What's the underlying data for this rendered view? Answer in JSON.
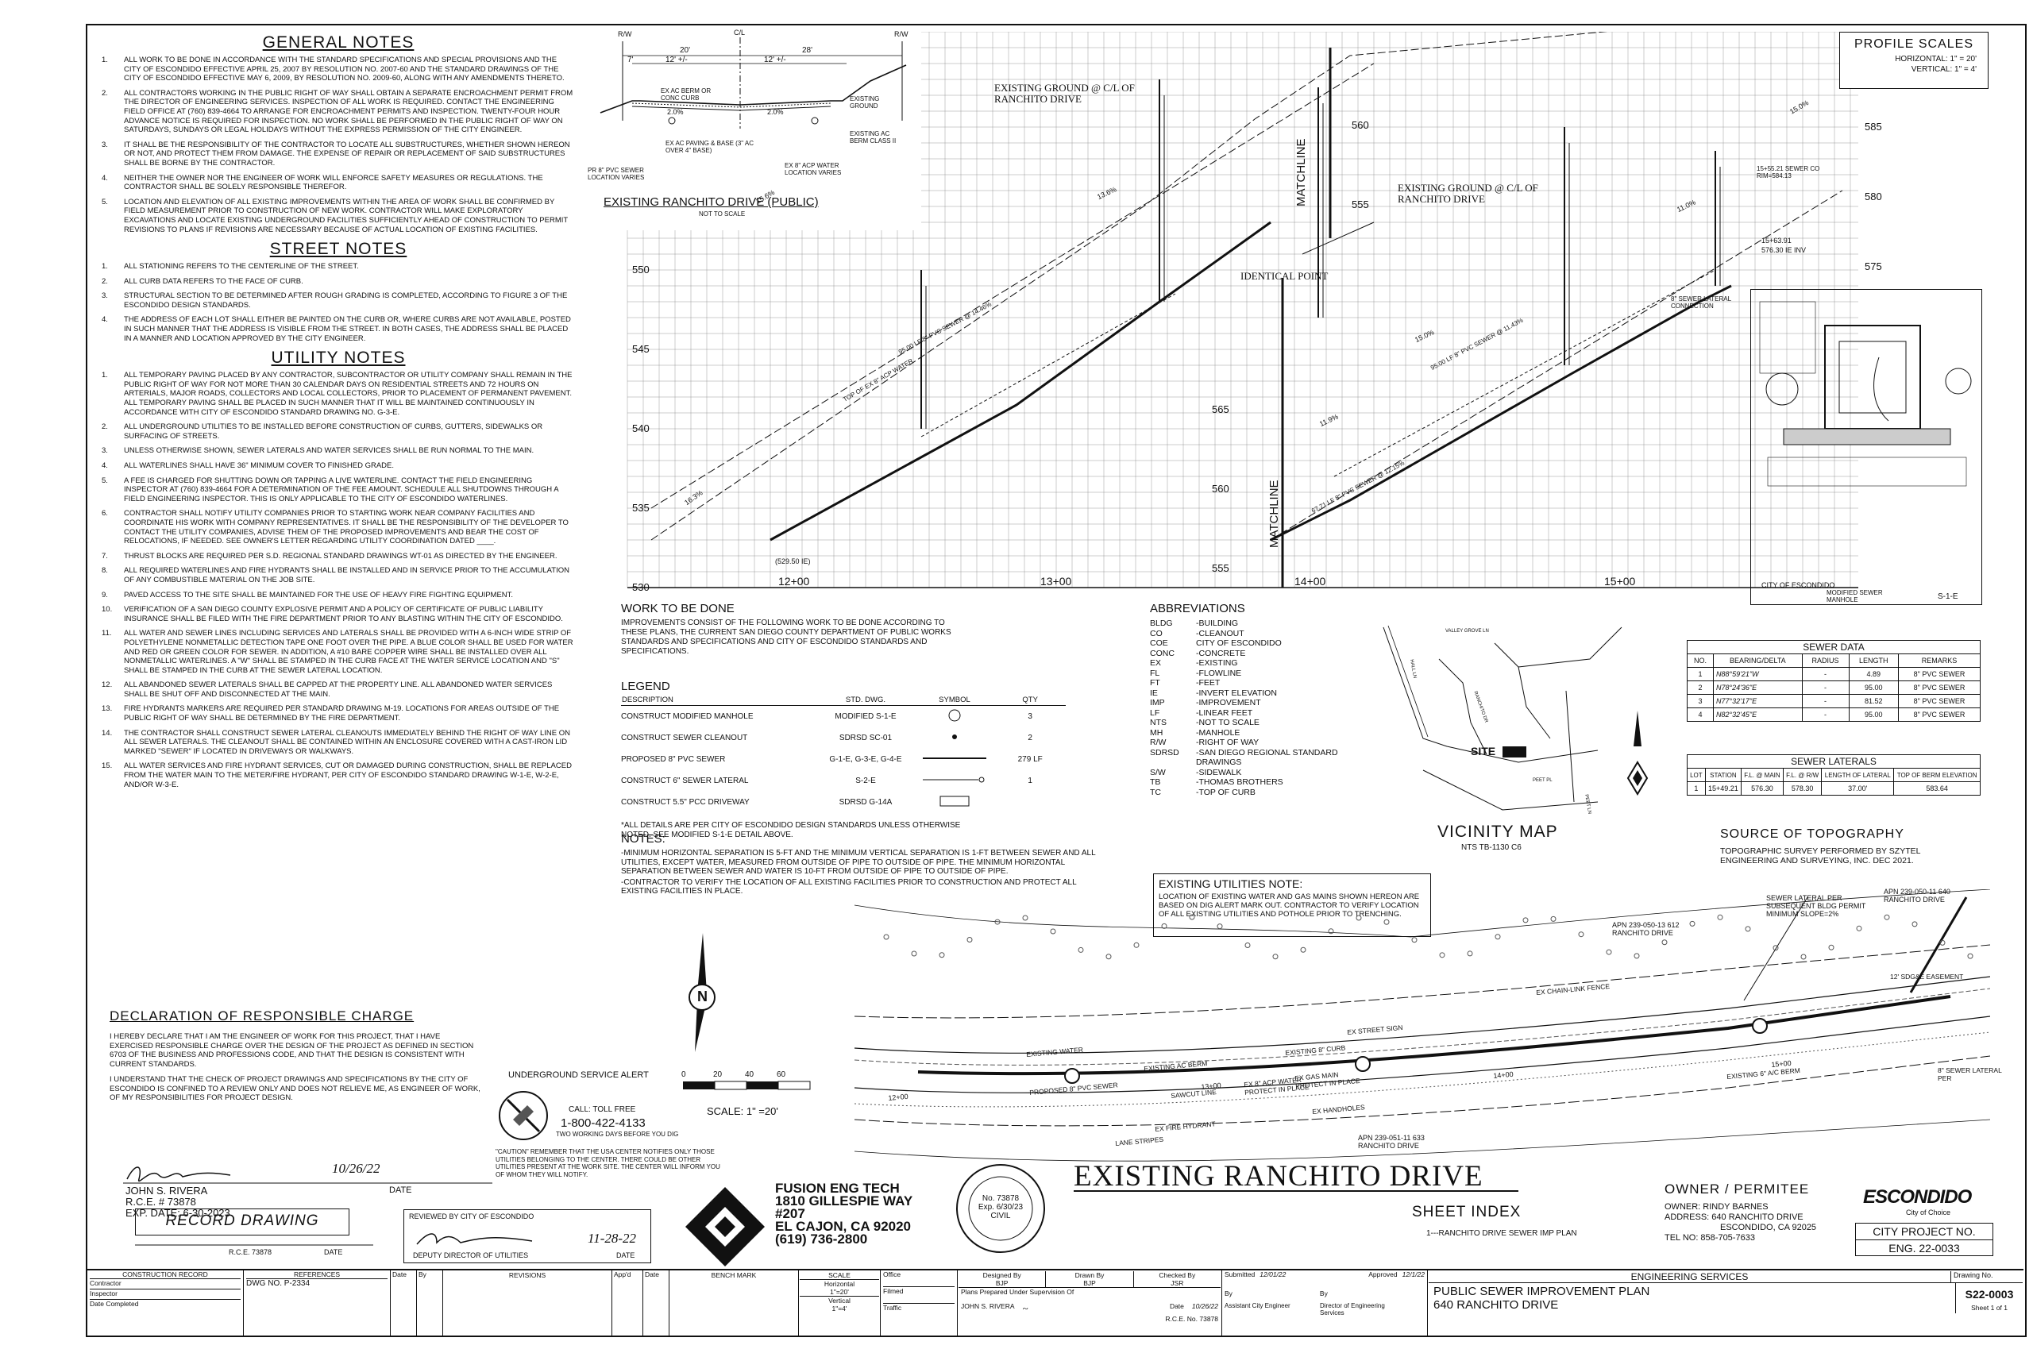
{
  "general_notes": {
    "title": "GENERAL NOTES",
    "items": [
      {
        "n": "1.",
        "t": "All work to be done in accordance with the standard specifications and special provisions and the City of Escondido effective April 25, 2007 by Resolution No. 2007-60 and the standard drawings of the City of Escondido effective May 6, 2009, by Resolution No. 2009-60, along with any amendments thereto."
      },
      {
        "n": "2.",
        "t": "All contractors working in the public right of way shall obtain a separate encroachment permit from the director of engineering services. Inspection of all work is required. Contact the engineering field office at (760) 839-4664 to arrange for encroachment permits and inspection. Twenty-four hour advance notice is required for inspection. No work shall be performed in the public right of way on Saturdays, Sundays or legal holidays without the express permission of the City Engineer."
      },
      {
        "n": "3.",
        "t": "It shall be the responsibility of the contractor to locate all substructures, whether shown hereon or not, and protect them from damage. The expense of repair or replacement of said substructures shall be borne by the contractor."
      },
      {
        "n": "4.",
        "t": "Neither the owner nor the engineer of work will enforce safety measures or regulations. The contractor shall be solely responsible therefor."
      },
      {
        "n": "5.",
        "t": "Location and elevation of all existing improvements within the area of work shall be confirmed by field measurement prior to construction of new work. Contractor will make exploratory excavations and locate existing underground facilities sufficiently ahead of construction to permit revisions to plans if revisions are necessary because of actual location of existing facilities."
      }
    ]
  },
  "street_notes": {
    "title": "STREET NOTES",
    "items": [
      {
        "n": "1.",
        "t": "All stationing refers to the centerline of the street."
      },
      {
        "n": "2.",
        "t": "All curb data refers to the face of curb."
      },
      {
        "n": "3.",
        "t": "Structural section to be determined after rough grading is completed, according to figure 3 of the Escondido design standards."
      },
      {
        "n": "4.",
        "t": "The address of each lot shall either be painted on the curb or, where curbs are not available, posted in such manner that the address is visible from the street. In both cases, the address shall be placed in a manner and location approved by the City Engineer."
      }
    ]
  },
  "utility_notes": {
    "title": "UTILITY NOTES",
    "items": [
      {
        "n": "1.",
        "t": "All temporary paving placed by any contractor, subcontractor or utility company shall remain in the public right of way for not more than 30 calendar days on residential streets and 72 hours on arterials, major roads, collectors and local collectors, prior to placement of permanent pavement. All temporary paving shall be placed in such manner that it will be maintained continuously in accordance with City of Escondido standard drawing No. G-3-E."
      },
      {
        "n": "2.",
        "t": "All underground utilities to be installed before construction of curbs, gutters, sidewalks or surfacing of streets."
      },
      {
        "n": "3.",
        "t": "Unless otherwise shown, sewer laterals and water services shall be run normal to the main."
      },
      {
        "n": "4.",
        "t": "All waterlines shall have 36\" minimum cover to finished grade."
      },
      {
        "n": "5.",
        "t": "A fee is charged for shutting down or tapping a live waterline. Contact the field engineering inspector at (760) 839-4664 for a determination of the fee amount. Schedule all shutdowns through a field engineering inspector. This is only applicable to the City of Escondido waterlines."
      },
      {
        "n": "6.",
        "t": "Contractor shall notify utility companies prior to starting work near company facilities and coordinate his work with company representatives. It shall be the responsibility of the developer to contact the utility companies, advise them of the proposed improvements and bear the cost of relocations, if needed. See owner's letter regarding utility coordination dated ____."
      },
      {
        "n": "7.",
        "t": "Thrust blocks are required per S.D. Regional standard drawings WT-01 as directed by the engineer."
      },
      {
        "n": "8.",
        "t": "All required waterlines and fire hydrants shall be installed and in service prior to the accumulation of any combustible material on the job site."
      },
      {
        "n": "9.",
        "t": "Paved access to the site shall be maintained for the use of heavy fire fighting equipment."
      },
      {
        "n": "10.",
        "t": "Verification of a San Diego County explosive permit and a policy of certificate of public liability insurance shall be filed with the fire department prior to any blasting within the City of Escondido."
      },
      {
        "n": "11.",
        "t": "All water and sewer lines including services and laterals shall be provided with a 6-inch wide strip of polyethylene nonmetallic detection tape one foot over the pipe. A blue color shall be used for water and red or green color for sewer. In addition, a #10 bare copper wire shall be installed over all nonmetallic waterlines. A \"W\" shall be stamped in the curb face at the water service location and \"S\" shall be stamped in the curb at the sewer lateral location."
      },
      {
        "n": "12.",
        "t": "All abandoned sewer laterals shall be capped at the property line. All abandoned water services shall be shut off and disconnected at the main."
      },
      {
        "n": "13.",
        "t": "Fire hydrants markers are required per standard drawing M-19. Locations for areas outside of the public right of way shall be determined by the fire department."
      },
      {
        "n": "14.",
        "t": "The contractor shall construct sewer lateral cleanouts immediately behind the right of way line on all sewer laterals. The cleanout shall be contained within an enclosure covered with a cast-iron lid marked \"sewer\" if located in driveways or walkways."
      },
      {
        "n": "15.",
        "t": "All water services and fire hydrant services, cut or damaged during construction, shall be replaced from the water main to the meter/fire hydrant, per City of Escondido standard drawing W-1-E, W-2-E, and/or W-3-E."
      }
    ]
  },
  "declaration": {
    "title": "DECLARATION OF RESPONSIBLE CHARGE",
    "p1": "I hereby declare that I am the engineer of work for this project, that I have exercised responsible charge over the design of the project as defined in section 6703 of the business and professions code, and that the design is consistent with current standards.",
    "p2": "I understand that the check of project drawings and specifications by the City of Escondido is confined to a review only and does not relieve me, as engineer of work, of my responsibilities for project design.",
    "signature_date": "10/26/22",
    "name": "JOHN S. RIVERA",
    "rce": "R.C.E. # 73878",
    "exp": "EXP. DATE: 6-30-2023",
    "date_label": "DATE"
  },
  "record": {
    "title": "RECORD DRAWING",
    "rce": "R.C.E. 73878",
    "date_label": "DATE"
  },
  "review": {
    "label": "REVIEWED BY CITY OF ESCONDIDO",
    "date": "11-28-22",
    "role": "DEPUTY DIRECTOR OF UTILITIES",
    "date_label": "DATE"
  },
  "usa": {
    "title": "UNDERGROUND SERVICE ALERT",
    "call": "CALL: TOLL FREE",
    "phone": "1-800-422-4133",
    "days": "TWO WORKING DAYS BEFORE YOU DIG",
    "caution": "\"CAUTION\" REMEMBER THAT THE USA CENTER NOTIFIES ONLY THOSE UTILITIES BELONGING TO THE CENTER. THERE COULD BE OTHER UTILITIES PRESENT AT THE WORK SITE. THE CENTER WILL INFORM YOU OF WHOM THEY WILL NOTIFY."
  },
  "firm": {
    "name": "FUSION ENG TECH",
    "addr1": "1810 GILLESPIE WAY",
    "addr2": "#207",
    "city": "EL CAJON, CA 92020",
    "phone": "(619) 736-2800"
  },
  "seal": {
    "no": "No. 73878",
    "exp": "Exp. 6/30/23",
    "civil": "CIVIL"
  },
  "scale_bar": {
    "ticks": [
      "0",
      "20",
      "40",
      "60"
    ],
    "label": "SCALE: 1\" =20'"
  },
  "north": "N",
  "section": {
    "title": "EXISTING RANCHITO DRIVE (PUBLIC)",
    "subtitle": "NOT TO SCALE",
    "rw_left": "R/W",
    "rw_right": "R/W",
    "cl": "C/L",
    "dim1": "20'",
    "dim2": "28'",
    "dim3": "12' +/-",
    "dim4": "12' +/-",
    "dim5": "7'",
    "l1": "EX AC BERM OR CONC CURB",
    "l2": "EXISTING GROUND",
    "l3": "EXISTING AC BERM CLASS II",
    "l4": "EX AC PAVING & BASE (3\" AC OVER 4\" BASE)",
    "l5": "EX 8\" ACP WATER LOCATION VARIES",
    "l6": "PR 8\" PVC SEWER LOCATION VARIES",
    "s1": "2.0%",
    "s2": "2.0%"
  },
  "profile": {
    "scales_title": "PROFILE SCALES",
    "horiz": "HORIZONTAL: 1\" = 20'",
    "vert": "VERTICAL: 1\" = 4'",
    "left_elev": [
      "550",
      "545",
      "540",
      "535",
      "530"
    ],
    "mid_elev_a": [
      "560",
      "555"
    ],
    "mid_elev_b": [
      "565",
      "560",
      "555"
    ],
    "right_elev": [
      "585",
      "580",
      "575"
    ],
    "stations": [
      "12+00",
      "13+00",
      "14+00",
      "15+00"
    ],
    "existing_ground_1": "EXISTING GROUND @ C/L OF RANCHITO DRIVE",
    "existing_ground_2": "EXISTING GROUND @ C/L OF RANCHITO DRIVE",
    "matchline": "MATCHLINE",
    "identical_point": "IDENTICAL POINT",
    "top_of_water": "TOP OF EX 8\" ACP WATER",
    "sewer_1": "95.00 LF 8\" PVC SEWER @ 14.46%",
    "sewer_2": "95.00 LF 8\" PVC SEWER @ 11.43%",
    "sewer_3": "67.71 LF 8\" PVC SEWER @ 12.15%",
    "lateral": "8\" SEWER LATERAL CONNECTION",
    "co": "15+55.21 SEWER CO RIM=584.13",
    "st_end": "15+63.91",
    "st_end_inv": "576.30 IE INV",
    "start_inv": "(529.50 IE)",
    "grades": [
      "16.3%",
      "15.6%",
      "13.6%",
      "11.0%",
      "15.0%",
      "11.9%",
      "15.0%"
    ]
  },
  "detail": {
    "city": "CITY OF ESCONDIDO",
    "title": "MODIFIED SEWER MANHOLE",
    "no": "S-1-E"
  },
  "work": {
    "title": "WORK TO BE DONE",
    "text": "IMPROVEMENTS CONSIST OF THE FOLLOWING WORK TO BE DONE ACCORDING TO THESE PLANS, THE CURRENT SAN DIEGO COUNTY DEPARTMENT OF PUBLIC WORKS STANDARDS AND SPECIFICATIONS AND CITY OF ESCONDIDO STANDARDS AND SPECIFICATIONS."
  },
  "legend": {
    "title": "LEGEND",
    "cols": [
      "DESCRIPTION",
      "STD. DWG.",
      "SYMBOL",
      "QTY"
    ],
    "rows": [
      {
        "d": "CONSTRUCT MODIFIED MANHOLE",
        "s": "MODIFIED S-1-E",
        "q": "3"
      },
      {
        "d": "CONSTRUCT SEWER CLEANOUT",
        "s": "SDRSD SC-01",
        "q": "2"
      },
      {
        "d": "PROPOSED 8\" PVC SEWER",
        "s": "G-1-E, G-3-E, G-4-E",
        "q": "279 LF"
      },
      {
        "d": "CONSTRUCT 6\" SEWER LATERAL",
        "s": "S-2-E",
        "q": "1"
      },
      {
        "d": "CONSTRUCT 5.5\" PCC DRIVEWAY",
        "s": "SDRSD G-14A",
        "q": ""
      }
    ],
    "footnote": "*ALL DETAILS ARE PER CITY OF ESCONDIDO DESIGN STANDARDS UNLESS OTHERWISE NOTED. SEE MODIFIED S-1-E DETAIL ABOVE."
  },
  "notes": {
    "title": "NOTES:",
    "items": [
      "-MINIMUM HORIZONTAL SEPARATION IS 5-FT AND THE MINIMUM VERTICAL SEPARATION IS 1-FT BETWEEN SEWER AND ALL UTILITIES, EXCEPT WATER, MEASURED FROM OUTSIDE OF PIPE TO OUTSIDE OF PIPE. THE MINIMUM HORIZONTAL SEPARATION BETWEEN SEWER AND WATER IS 10-FT FROM OUTSIDE OF PIPE TO OUTSIDE OF PIPE.",
      "-CONTRACTOR TO VERIFY THE LOCATION OF ALL EXISTING FACILITIES PRIOR TO CONSTRUCTION AND PROTECT ALL EXISTING FACILITIES IN PLACE."
    ]
  },
  "abbreviations": {
    "title": "ABBREVIATIONS",
    "items": [
      [
        "BLDG",
        "-BUILDING"
      ],
      [
        "CO",
        "-CLEANOUT"
      ],
      [
        "COE",
        "CITY OF ESCONDIDO"
      ],
      [
        "CONC",
        "-CONCRETE"
      ],
      [
        "EX",
        "-EXISTING"
      ],
      [
        "FL",
        "-FLOWLINE"
      ],
      [
        "FT",
        "-FEET"
      ],
      [
        "IE",
        "-INVERT ELEVATION"
      ],
      [
        "IMP",
        "-IMPROVEMENT"
      ],
      [
        "LF",
        "-LINEAR FEET"
      ],
      [
        "NTS",
        "-NOT TO SCALE"
      ],
      [
        "MH",
        "-MANHOLE"
      ],
      [
        "R/W",
        "-RIGHT OF WAY"
      ],
      [
        "SDRSD",
        "-SAN DIEGO REGIONAL STANDARD DRAWINGS"
      ],
      [
        "S/W",
        "-SIDEWALK"
      ],
      [
        "TB",
        "-THOMAS BROTHERS"
      ],
      [
        "TC",
        "-TOP OF CURB"
      ]
    ]
  },
  "existing_util": {
    "title": "EXISTING UTILITIES NOTE:",
    "text": "LOCATION OF EXISTING WATER AND GAS MAINS SHOWN HEREON ARE BASED ON DIG ALERT MARK OUT. CONTRACTOR TO VERIFY LOCATION OF ALL EXISTING UTILITIES AND POTHOLE PRIOR TO TRENCHING."
  },
  "vicinity": {
    "title": "VICINITY MAP",
    "sub": "NTS TB-1130 C6",
    "site": "SITE",
    "streets": [
      "VALLEY GROVE LN",
      "RANCHITO DR",
      "PEET PL",
      "PEET LN",
      "HALL LN"
    ]
  },
  "sewer_data": {
    "title": "SEWER DATA",
    "cols": [
      "NO.",
      "BEARING/DELTA",
      "RADIUS",
      "LENGTH",
      "REMARKS"
    ],
    "rows": [
      [
        "1",
        "N88°59'21\"W",
        "-",
        "4.89",
        "8\" PVC SEWER"
      ],
      [
        "2",
        "N78°24'36\"E",
        "-",
        "95.00",
        "8\" PVC SEWER"
      ],
      [
        "3",
        "N77°32'17\"E",
        "-",
        "81.52",
        "8\" PVC SEWER"
      ],
      [
        "4",
        "N82°32'45\"E",
        "-",
        "95.00",
        "8\" PVC SEWER"
      ]
    ]
  },
  "sewer_laterals": {
    "title": "SEWER LATERALS",
    "cols": [
      "LOT",
      "STATION",
      "F.L. @ MAIN",
      "F.L. @ R/W",
      "LENGTH OF LATERAL",
      "TOP OF BERM ELEVATION"
    ],
    "rows": [
      [
        "1",
        "15+49.21",
        "576.30",
        "578.30",
        "37.00'",
        "583.64"
      ]
    ]
  },
  "topo": {
    "title": "SOURCE OF TOPOGRAPHY",
    "text": "TOPOGRAPHIC SURVEY PERFORMED BY SZYTEL ENGINEERING AND SURVEYING, INC. DEC 2021."
  },
  "plan": {
    "apn1": "APN 239-050-11 640 RANCHITO DRIVE",
    "apn2": "APN 239-050-13 612 RANCHITO DRIVE",
    "apn3": "APN 239-051-11 633 RANCHITO DRIVE",
    "lateral_note": "SEWER LATERAL PER SUBSEQUENT BLDG PERMIT MINIMUM SLOPE=2%",
    "labels": [
      "EX CHAIN-LINK FENCE",
      "EX STREET SIGN",
      "EX GAS MAIN PROTECT IN PLACE",
      "EX 8\" ACP WATER PROTECT IN PLACE",
      "EX HANDHOLES",
      "EX FIRE HYDRANT",
      "EXISTING 6\" A/C BERM",
      "EXISTING AC BERM",
      "EXISTING 8\" CURB",
      "SAWCUT LINE",
      "LANE STRIPES",
      "PROPOSED 8\" PVC SEWER",
      "EXISTING WATER",
      "12' SDG&E EASEMENT",
      "8\" SEWER LATERAL PER"
    ],
    "stations": [
      "12+00",
      "13+00",
      "14+00",
      "15+00"
    ]
  },
  "title_block": {
    "main_title": "EXISTING RANCHITO DRIVE",
    "sheet_index": "SHEET INDEX",
    "sheet_item": "1---RANCHITO DRIVE SEWER IMP PLAN",
    "owner_title": "OWNER / PERMITEE",
    "owner": "OWNER: RINDY BARNES",
    "address1": "ADDRESS: 640 RANCHITO DRIVE",
    "address2": "ESCONDIDO, CA 92025",
    "tel": "TEL NO: 858-705-7633",
    "city_logo": "ESCONDIDO",
    "city_logo_sub": "City of Choice",
    "project_label": "CITY PROJECT NO.",
    "project_no": "ENG. 22-0033",
    "construction_record": "CONSTRUCTION RECORD",
    "contractor": "Contractor",
    "inspector": "Inspector",
    "date_completed": "Date Completed",
    "references": "REFERENCES",
    "dwg_ref": "DWG NO. P-2334",
    "date": "Date",
    "by": "By",
    "revisions": "REVISIONS",
    "appd": "App'd",
    "bench_mark": "BENCH MARK",
    "scale": "SCALE",
    "horizontal": "Horizontal",
    "horizontal_val": "1\"=20'",
    "vertical": "Vertical",
    "vertical_val": "1\"=4'",
    "office": "Office",
    "filmed": "Filmed",
    "traffic": "Traffic",
    "designed": "Designed By",
    "designed_val": "BJP",
    "drawn": "Drawn By",
    "drawn_val": "BJP",
    "checked": "Checked By",
    "checked_val": "JSR",
    "prepared": "Plans Prepared Under Supervision Of",
    "engineer": "JOHN S. RIVERA",
    "eng_date_label": "Date",
    "eng_date": "10/26/22",
    "rce_label": "R.C.E. No.",
    "rce_val": "73878",
    "submitted": "Submitted",
    "submitted_date": "12/01/22",
    "approved": "Approved",
    "approved_date": "12/1/22",
    "by_label": "By",
    "asst": "Assistant City Engineer",
    "director": "Director of Engineering Services",
    "eng_services": "ENGINEERING SERVICES",
    "plan_title1": "PUBLIC SEWER IMPROVEMENT PLAN",
    "plan_title2": "640 RANCHITO DRIVE",
    "drawing_no_label": "Drawing No.",
    "drawing_no": "S22-0003",
    "sheet": "Sheet 1 of 1"
  }
}
